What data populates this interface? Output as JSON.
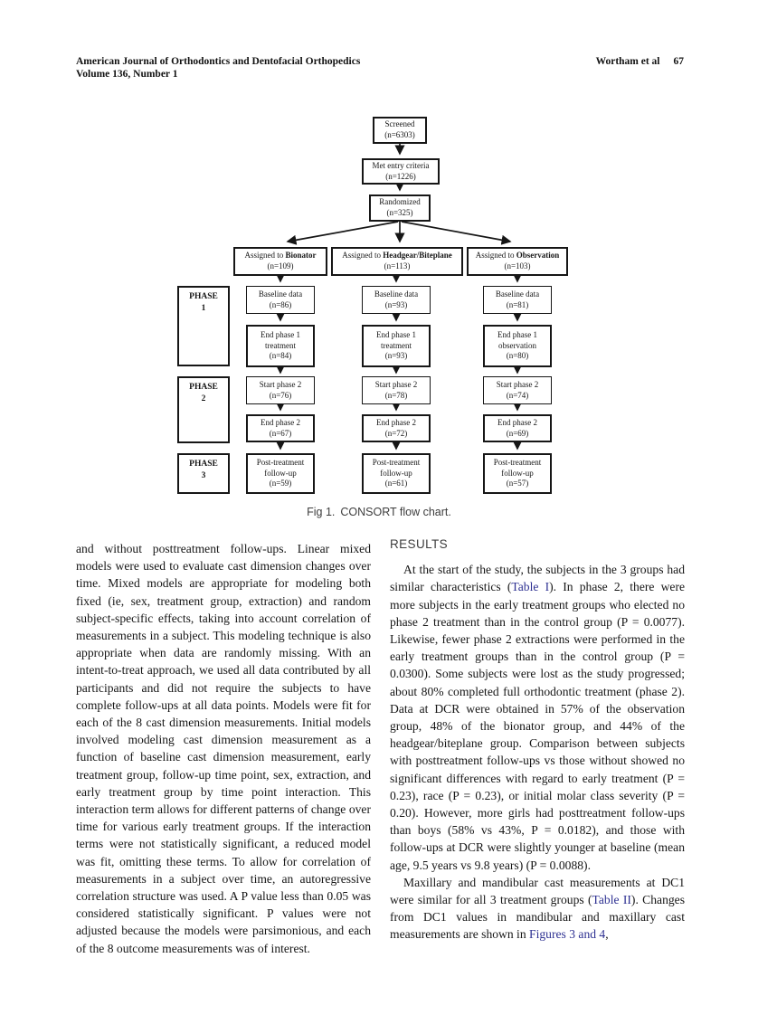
{
  "colors": {
    "link_blue": "#2e3192",
    "text_black": "#161616",
    "heading_gray": "#3d3d3d"
  },
  "header": {
    "journal": "American Journal of Orthodontics and Dentofacial Orthopedics",
    "volume": "Volume 136, Number 1",
    "authors": "Wortham et al",
    "page_number": "67"
  },
  "figure": {
    "caption_label": "Fig 1.",
    "caption_text": "CONSORT flow chart.",
    "flowchart": {
      "screened": {
        "line1": "Screened",
        "line2": "(n=6303)"
      },
      "met_entry": {
        "line1": "Met entry criteria",
        "line2": "(n=1226)"
      },
      "randomized": {
        "line1": "Randomized",
        "line2": "(n=325)"
      },
      "groups": [
        {
          "prefix": "Assigned to ",
          "name": "Bionator",
          "n": "(n=109)"
        },
        {
          "prefix": "Assigned to ",
          "name": "Headgear/Biteplane",
          "n": "(n=113)"
        },
        {
          "prefix": "Assigned to ",
          "name": "Observation",
          "n": "(n=103)"
        }
      ],
      "phases": [
        {
          "label": "PHASE",
          "num": "1"
        },
        {
          "label": "PHASE",
          "num": "2"
        },
        {
          "label": "PHASE",
          "num": "3"
        }
      ],
      "rows": {
        "baseline": [
          {
            "line1": "Baseline data",
            "line2": "(n=86)"
          },
          {
            "line1": "Baseline data",
            "line2": "(n=93)"
          },
          {
            "line1": "Baseline data",
            "line2": "(n=81)"
          }
        ],
        "end_phase1": [
          {
            "line1": "End phase 1",
            "line2": "treatment",
            "line3": "(n=84)"
          },
          {
            "line1": "End phase 1",
            "line2": "treatment",
            "line3": "(n=93)"
          },
          {
            "line1": "End phase 1",
            "line2": "observation",
            "line3": "(n=80)"
          }
        ],
        "start_phase2": [
          {
            "line1": "Start phase 2",
            "line2": "(n=76)"
          },
          {
            "line1": "Start phase 2",
            "line2": "(n=78)"
          },
          {
            "line1": "Start phase 2",
            "line2": "(n=74)"
          }
        ],
        "end_phase2": [
          {
            "line1": "End phase 2",
            "line2": "(n=67)"
          },
          {
            "line1": "End phase 2",
            "line2": "(n=72)"
          },
          {
            "line1": "End phase 2",
            "line2": "(n=69)"
          }
        ],
        "post_treatment": [
          {
            "line1": "Post-treatment",
            "line2": "follow-up",
            "line3": "(n=59)"
          },
          {
            "line1": "Post-treatment",
            "line2": "follow-up",
            "line3": "(n=61)"
          },
          {
            "line1": "Post-treatment",
            "line2": "follow-up",
            "line3": "(n=57)"
          }
        ]
      }
    }
  },
  "left_column": {
    "paragraph": "and without posttreatment follow-ups. Linear mixed models were used to evaluate cast dimension changes over time. Mixed models are appropriate for modeling both fixed (ie, sex, treatment group, extraction) and random subject-specific effects, taking into account correlation of measurements in a subject. This modeling technique is also appropriate when data are randomly missing. With an intent-to-treat approach, we used all data contributed by all participants and did not require the subjects to have complete follow-ups at all data points. Models were fit for each of the 8 cast dimension measurements. Initial models involved modeling cast dimension measurement as a function of baseline cast dimension measurement, early treatment group, follow-up time point, sex, extraction, and early treatment group by time point interaction. This interaction term allows for different patterns of change over time for various early treatment groups. If the interaction terms were not statistically significant, a reduced model was fit, omitting these terms. To allow for correlation of measurements in a subject over time, an autoregressive correlation structure was used. A P value less than 0.05 was considered statistically significant. P values were not adjusted because the models were parsimonious, and each of the 8 outcome measurements was of interest."
  },
  "right_column": {
    "heading": "RESULTS",
    "para1": {
      "seg0": "At the start of the study, the subjects in the 3 groups had similar characteristics (",
      "link1": "Table I",
      "seg2": "). In phase 2, there were more subjects in the early treatment groups who elected no phase 2 treatment than in the control group (P = 0.0077). Likewise, fewer phase 2 extractions were performed in the early treatment groups than in the control group (P = 0.0300). Some subjects were lost as the study progressed; about 80% completed full orthodontic treatment (phase 2). Data at DCR were obtained in 57% of the observation group, 48% of the bionator group, and 44% of the headgear/biteplane group. Comparison between subjects with posttreatment follow-ups vs those without showed no significant differences with regard to early treatment (P = 0.23), race (P = 0.23), or initial molar class severity (P = 0.20). However, more girls had posttreatment follow-ups than boys (58% vs 43%, P = 0.0182), and those with follow-ups at DCR were slightly younger at baseline (mean age, 9.5 years vs 9.8 years) (P = 0.0088)."
    },
    "para2": {
      "seg0": "Maxillary and mandibular cast measurements at DC1 were similar for all 3 treatment groups (",
      "link1": "Table II",
      "seg2": "). Changes from DC1 values in mandibular and maxillary cast measurements are shown in ",
      "link3": "Figures 3 and 4",
      "seg4": ","
    }
  }
}
